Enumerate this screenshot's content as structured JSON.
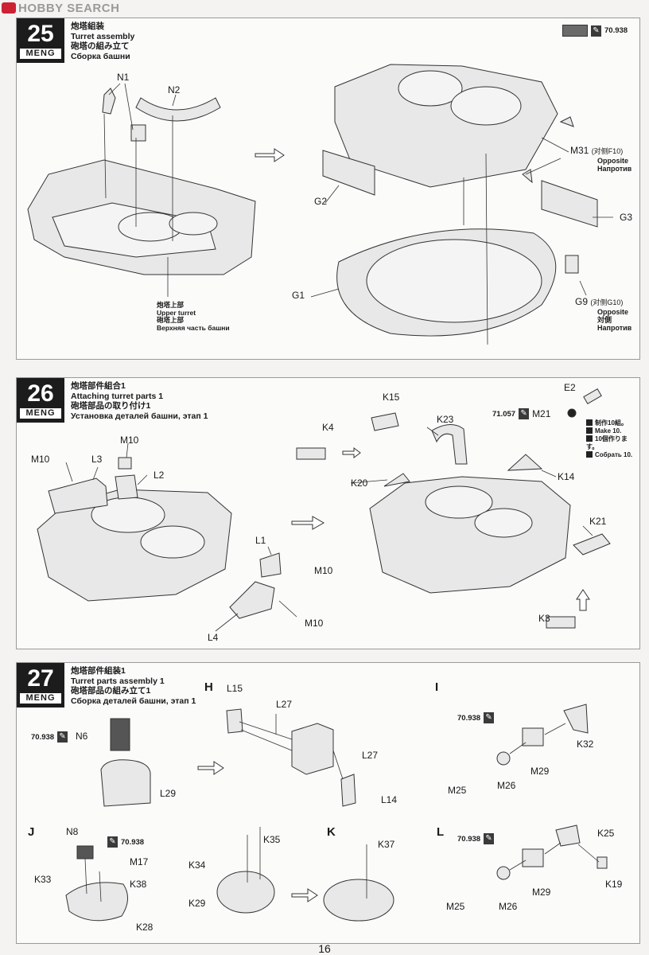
{
  "watermark": "HOBBY SEARCH",
  "page_number": "16",
  "steps": [
    {
      "number": "25",
      "brand": "MENG",
      "titles": [
        "炮塔組装",
        "Turret assembly",
        "砲塔の組み立て",
        "Сборка башни"
      ],
      "paint": {
        "code": "70.938",
        "brush_icon": "brush-icon",
        "swatch_color": "#6a6a6a"
      },
      "labels": {
        "n1": "N1",
        "n2": "N2",
        "g1": "G1",
        "g2": "G2",
        "g3": "G3",
        "m31": "M31",
        "m31_note": "(对侧F10)",
        "m31_en": "Opposite",
        "m31_ru": "Напротив",
        "g9": "G9",
        "g9_note": "(对侧G10)",
        "g9_en": "Opposite",
        "g9_jp": "対側",
        "g9_ru": "Напротив",
        "upper_cn": "炮塔上部",
        "upper_en": "Upper turret",
        "upper_jp": "砲塔上部",
        "upper_ru": "Верхняя часть башни"
      }
    },
    {
      "number": "26",
      "brand": "MENG",
      "titles": [
        "炮塔部件組合1",
        "Attaching turret parts 1",
        "砲塔部品の取り付け1",
        "Установка деталей башни, этап 1"
      ],
      "paint": {
        "code": "71.057",
        "part": "M21",
        "brush_icon": "brush-icon"
      },
      "notes": [
        "制作10組。",
        "Make 10.",
        "10個作ります。",
        "Собрать 10."
      ],
      "labels": {
        "m10a": "M10",
        "m10b": "M10",
        "l3": "L3",
        "l2": "L2",
        "l1": "L1",
        "m10c": "M10",
        "l4": "L4",
        "m10d": "M10",
        "k4": "K4",
        "k15": "K15",
        "k23": "K23",
        "k20": "K20",
        "e2": "E2",
        "k14": "K14",
        "k21": "K21",
        "k3": "K3"
      }
    },
    {
      "number": "27",
      "brand": "MENG",
      "titles": [
        "炮塔部件組装1",
        "Turret parts assembly 1",
        "砲塔部品の組み立て1",
        "Сборка деталей башни, этап 1"
      ],
      "paint_code": "70.938",
      "sections": {
        "h": "H",
        "i": "I",
        "j": "J",
        "k": "K",
        "l": "L"
      },
      "labels": {
        "n6": "N6",
        "l29": "L29",
        "l15": "L15",
        "l27a": "L27",
        "l27b": "L27",
        "l14": "L14",
        "k32": "K32",
        "m29a": "M29",
        "m25a": "M25",
        "m26a": "M26",
        "n8": "N8",
        "m17": "M17",
        "k33": "K33",
        "k38": "K38",
        "k28": "K28",
        "k35": "K35",
        "k34": "K34",
        "k29": "K29",
        "k37": "K37",
        "k25": "K25",
        "k19": "K19",
        "m29b": "M29",
        "m25b": "M25",
        "m26b": "M26"
      }
    }
  ]
}
